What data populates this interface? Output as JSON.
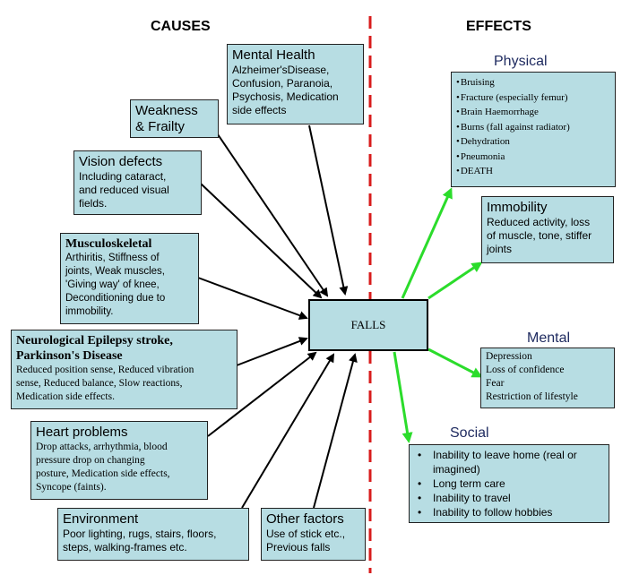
{
  "headers": {
    "causes": "CAUSES",
    "effects": "EFFECTS"
  },
  "center": "FALLS",
  "causes": {
    "mental_health": {
      "title": "Mental Health",
      "lines": [
        "Alzheimer'sDisease,",
        "Confusion, Paranoia,",
        "Psychosis, Medication",
        "side effects"
      ]
    },
    "weakness": {
      "title_lines": [
        "Weakness",
        "& Frailty"
      ]
    },
    "vision": {
      "title": "Vision defects",
      "lines": [
        "Including cataract,",
        "and reduced visual",
        "fields."
      ]
    },
    "musculoskeletal": {
      "title": "Musculoskeletal",
      "lines": [
        "Arthiritis, Stiffness of",
        "joints, Weak muscles,",
        "'Giving way' of knee,",
        "Deconditioning due to",
        "immobility."
      ]
    },
    "neurological": {
      "title_lines": [
        "Neurological Epilepsy stroke,",
        "Parkinson's Disease"
      ],
      "lines": [
        "Reduced position sense, Reduced vibration",
        "sense, Reduced balance, Slow reactions,",
        "Medication side effects."
      ]
    },
    "heart": {
      "title": "Heart problems",
      "lines": [
        "Drop attacks, arrhythmia, blood",
        "pressure drop on changing",
        "posture, Medication side effects,",
        "Syncope (faints)."
      ]
    },
    "environment": {
      "title": "Environment",
      "lines": [
        "Poor lighting, rugs, stairs, floors,",
        "steps, walking-frames etc."
      ]
    },
    "other": {
      "title": "Other factors",
      "lines": [
        "Use of stick etc.,",
        "Previous falls"
      ]
    }
  },
  "effects": {
    "physical": {
      "label": "Physical",
      "items": [
        "Bruising",
        "Fracture (especially femur)",
        "Brain Haemorrhage",
        "Burns (fall against radiator)",
        "Dehydration",
        "Pneumonia",
        "DEATH"
      ]
    },
    "immobility": {
      "title": "Immobility",
      "lines": [
        "Reduced activity, loss",
        "of muscle, tone, stiffer",
        "joints"
      ]
    },
    "mental": {
      "label": "Mental",
      "items": [
        "Depression",
        "Loss of confidence",
        "Fear",
        "Restriction of lifestyle"
      ]
    },
    "social": {
      "label": "Social",
      "items": [
        "Inability to leave home (real or",
        "imagined)",
        "Long term care",
        "Inability to travel",
        "Inability to follow hobbies"
      ]
    }
  },
  "colors": {
    "box_fill": "#b7dde3",
    "divider": "#d81c1c",
    "effect_arrow": "#2bdc2b",
    "cause_arrow": "#000000",
    "category_text": "#1f2b60"
  }
}
